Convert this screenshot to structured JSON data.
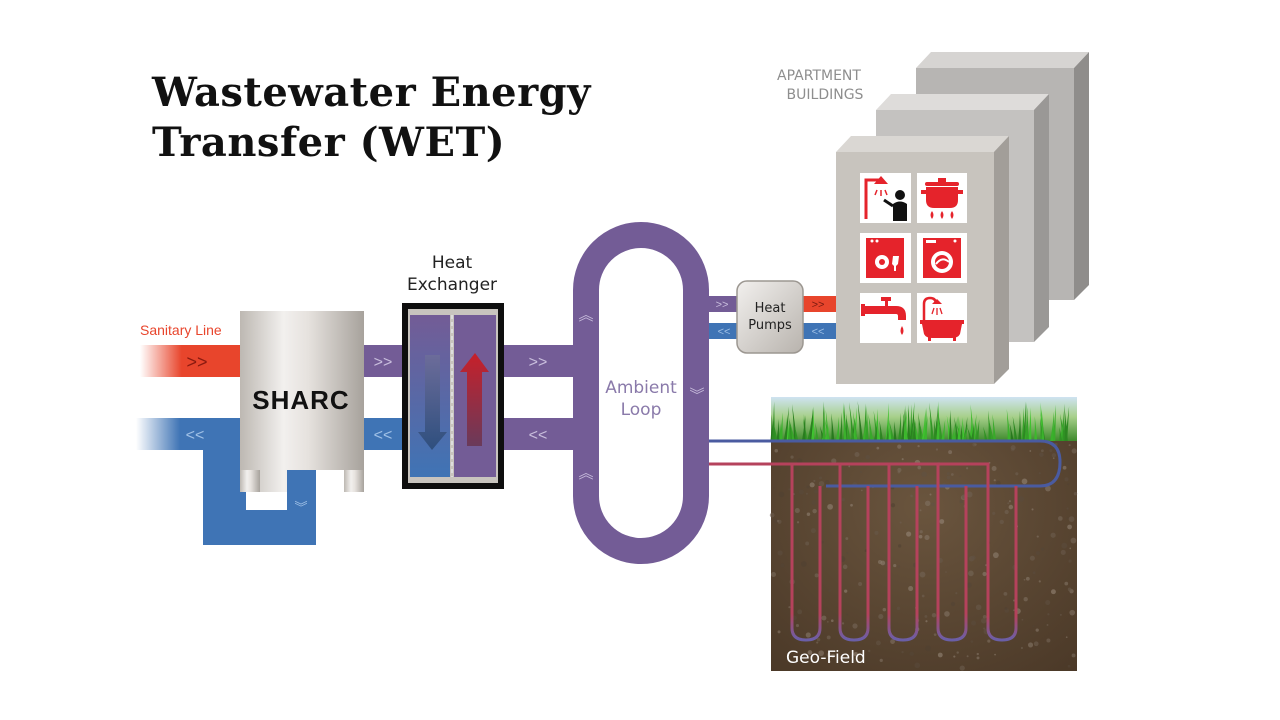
{
  "title": {
    "line1": "Wastewater Energy",
    "line2": "Transfer (WET)"
  },
  "labels": {
    "sanitary_line": "Sanitary Line",
    "sharc": "SHARC",
    "heat_exchanger_1": "Heat",
    "heat_exchanger_2": "Exchanger",
    "ambient_1": "Ambient",
    "ambient_2": "Loop",
    "heat_pumps_1": "Heat",
    "heat_pumps_2": "Pumps",
    "apartment_1": "APARTMENT",
    "apartment_2": "BUILDINGS",
    "geo_field": "Geo-Field"
  },
  "icons": [
    "shower-icon",
    "cooking-pot-icon",
    "dishwasher-icon",
    "washing-machine-icon",
    "faucet-icon",
    "bathtub-icon"
  ],
  "colors": {
    "purple": "#735C96",
    "blue": "#3F74B5",
    "red": "#E8452C",
    "icon_red": "#E5232B",
    "building": "#C8C4BE",
    "soil": "#5A4633",
    "grass": "#4FA83A"
  }
}
